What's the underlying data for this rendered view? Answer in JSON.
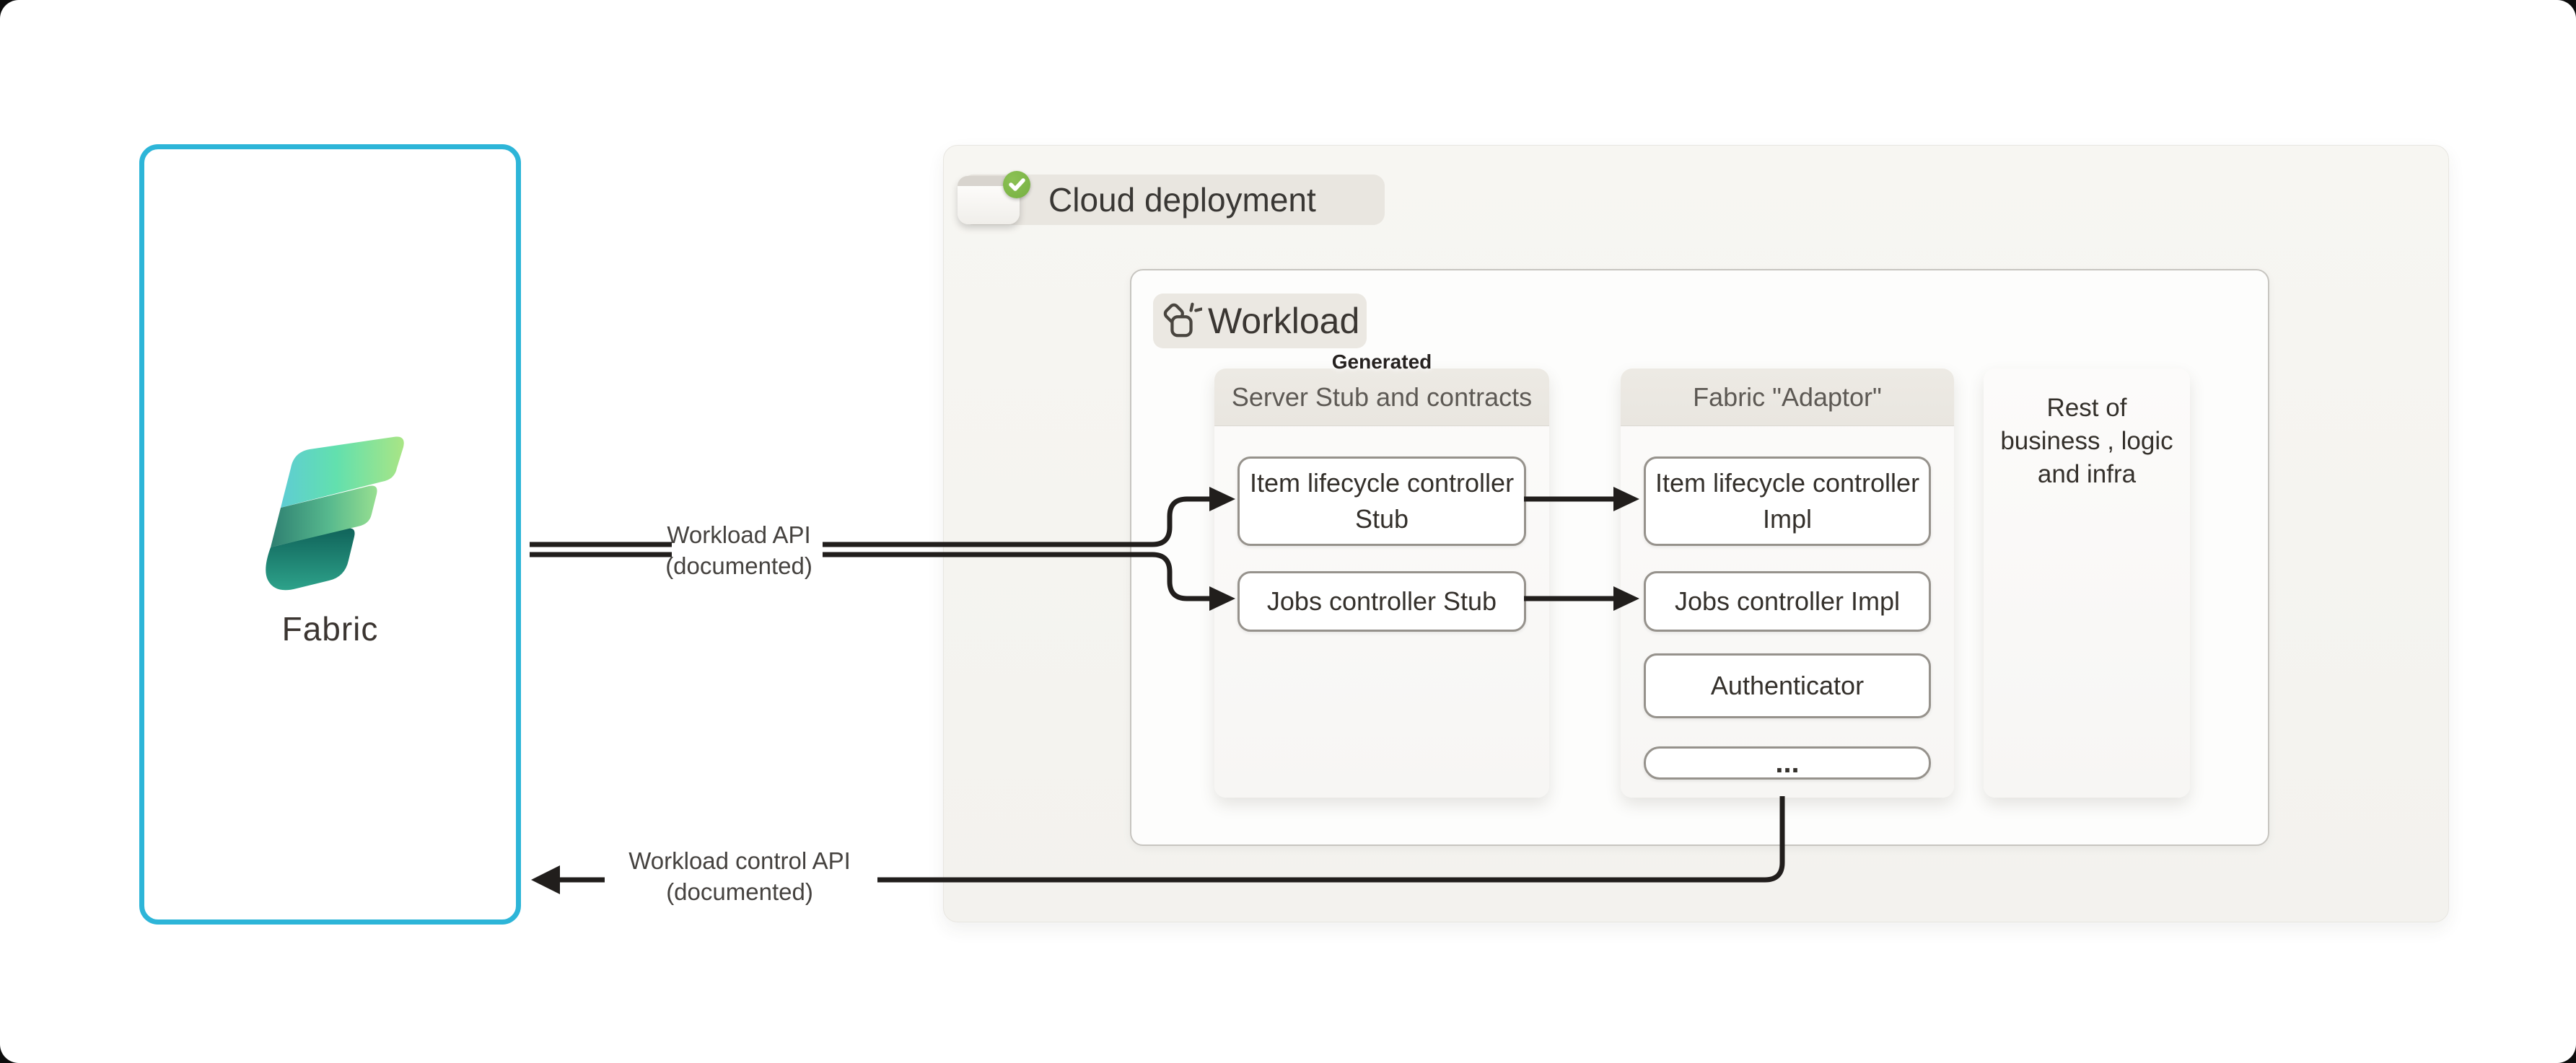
{
  "fabric_panel": {
    "name": "Fabric"
  },
  "connections": {
    "workload_api": {
      "line1": "Workload API",
      "line2": "(documented)"
    },
    "workload_control_api": {
      "line1": "Workload control API",
      "line2": "(documented)"
    }
  },
  "cloud_deployment": {
    "title": "Cloud deployment",
    "status_icon": "green-checkmark",
    "workload": {
      "title": "Workload",
      "generated_tag": "Generated",
      "columns": {
        "server_stub": {
          "header": "Server Stub and contracts",
          "boxes": [
            "Item lifecycle controller Stub",
            "Jobs controller Stub"
          ]
        },
        "fabric_adaptor": {
          "header": "Fabric \"Adaptor\"",
          "boxes": [
            "Item lifecycle controller Impl",
            "Jobs controller Impl",
            "Authenticator",
            "..."
          ]
        },
        "rest": {
          "lines": [
            "Rest of",
            "business , logic",
            "and infra"
          ]
        }
      }
    }
  },
  "colors": {
    "accent_cyan": "#2db5d8",
    "badge_green": "#76b041",
    "line_color": "#211e1c",
    "header_text": "#5d5954",
    "box_text": "#34302b"
  }
}
